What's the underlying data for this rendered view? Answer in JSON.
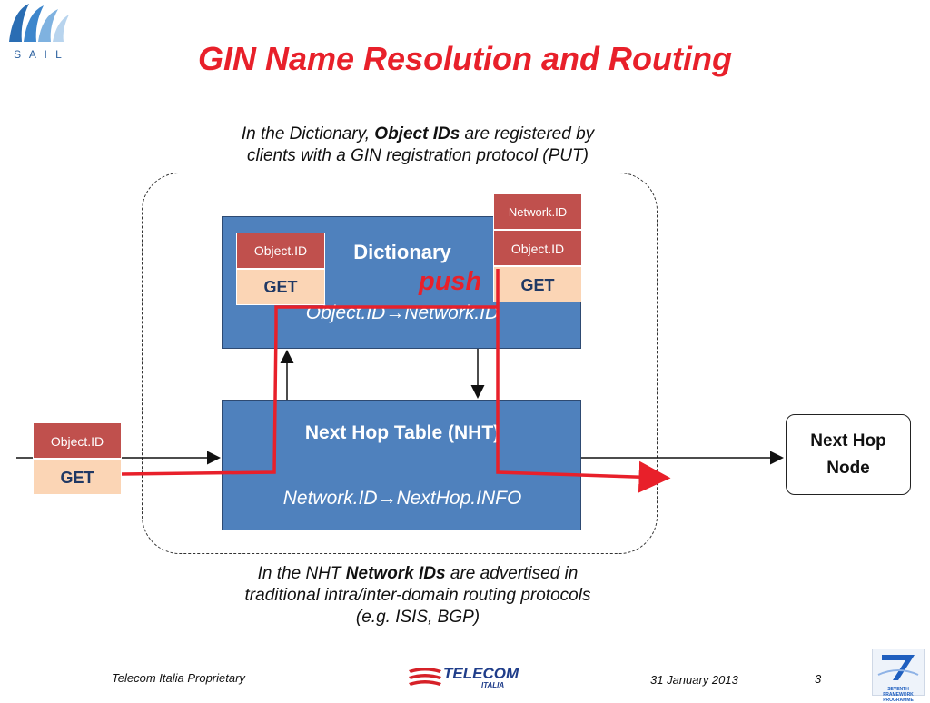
{
  "logo": {
    "text": "S A I L"
  },
  "title": "GIN Name Resolution and Routing",
  "top_note": {
    "line1_pre": "In the Dictionary, ",
    "line1_bold": "Object IDs",
    "line1_post": " are registered by",
    "line2": "clients with a GIN registration protocol (PUT)"
  },
  "dictionary": {
    "title": "Dictionary",
    "mapping_from": "Object.ID",
    "mapping_to": "Network.ID",
    "arrow_glyph": "→"
  },
  "nht": {
    "title": "Next Hop Table (NHT)",
    "mapping_from": "Network.ID",
    "mapping_to": "NextHop.INFO",
    "arrow_glyph": "→"
  },
  "request_left": {
    "id_label": "Object.ID",
    "method": "GET"
  },
  "request_dict_in": {
    "id_label": "Object.ID",
    "method": "GET"
  },
  "request_dict_out": {
    "net_label": "Network.ID",
    "id_label": "Object.ID",
    "method": "GET"
  },
  "push_label": "push",
  "next_hop_node": {
    "line1": "Next Hop",
    "line2": "Node"
  },
  "bottom_note": {
    "line1_pre": "In the NHT ",
    "line1_bold": "Network IDs",
    "line1_post": " are advertised in",
    "line2": "traditional intra/inter-domain routing protocols",
    "line3": "(e.g. ISIS, BGP)"
  },
  "footer": {
    "left": "Telecom Italia Proprietary",
    "logo_text": "TELECOM",
    "logo_sub": "ITALIA",
    "date": "31 January 2013",
    "page": "3",
    "fp7_text": "SEVENTH FRAMEWORK PROGRAMME"
  },
  "colors": {
    "title": "#e8202a",
    "box_blue": "#4f81bd",
    "header_red": "#c0504d",
    "header_peach": "#fbd5b5",
    "path_red": "#e8202a"
  }
}
